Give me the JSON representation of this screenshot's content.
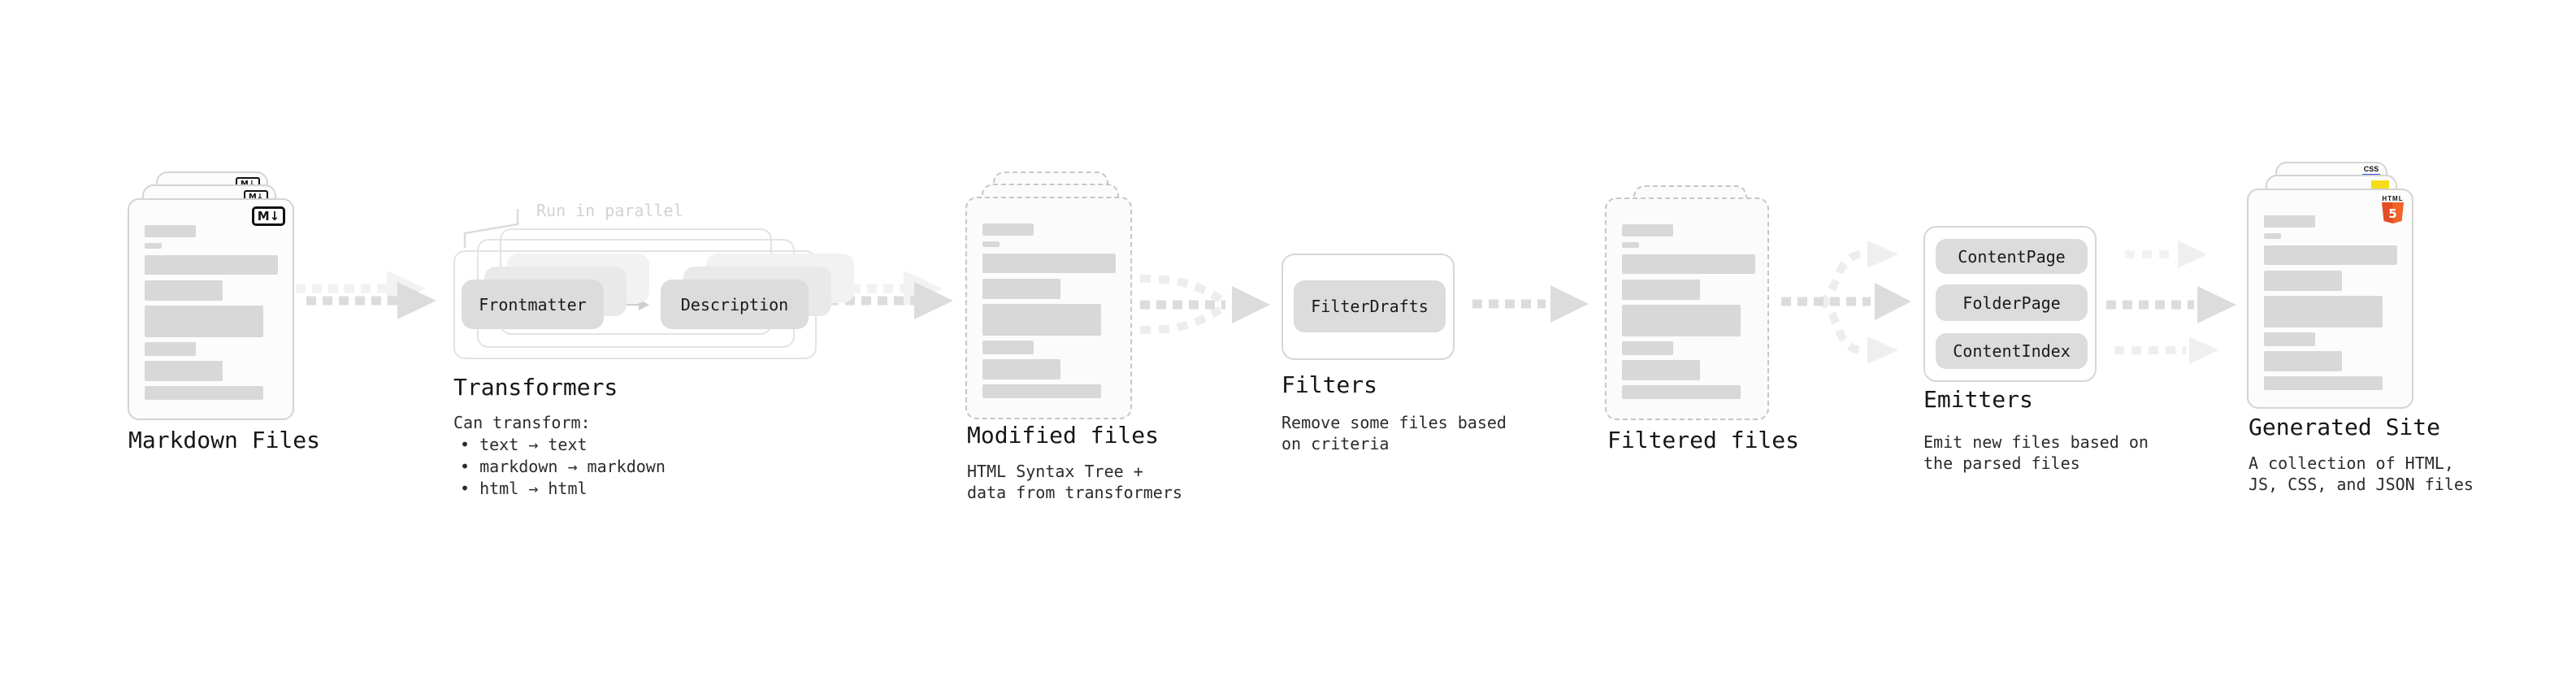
{
  "stages": {
    "markdown": {
      "label": "Markdown Files",
      "badge": "M↓"
    },
    "transformers": {
      "label": "Transformers",
      "annotation": "Run in parallel",
      "source_button": "Frontmatter",
      "target_button": "Description",
      "desc_title": "Can transform:",
      "bullets": [
        "• text → text",
        "• markdown → markdown",
        "• html → html"
      ]
    },
    "modified": {
      "label": "Modified files",
      "desc": "HTML Syntax Tree +\ndata from transformers"
    },
    "filters": {
      "label": "Filters",
      "button": "FilterDrafts",
      "desc": "Remove some files based\non criteria"
    },
    "filtered": {
      "label": "Filtered files"
    },
    "emitters": {
      "label": "Emitters",
      "buttons": [
        "ContentPage",
        "FolderPage",
        "ContentIndex"
      ],
      "desc": "Emit new files based on\nthe parsed files"
    },
    "generated": {
      "label": "Generated Site",
      "desc": "A collection of HTML,\nJS, CSS, and JSON files",
      "css_badge": "CSS",
      "html_badge": "HTML",
      "html_number": "5"
    }
  },
  "colors": {
    "html5_orange": "#e44d26",
    "html5_orange_light": "#f16529",
    "js_yellow": "#f5de19",
    "css_blue": "#2d53e5"
  }
}
